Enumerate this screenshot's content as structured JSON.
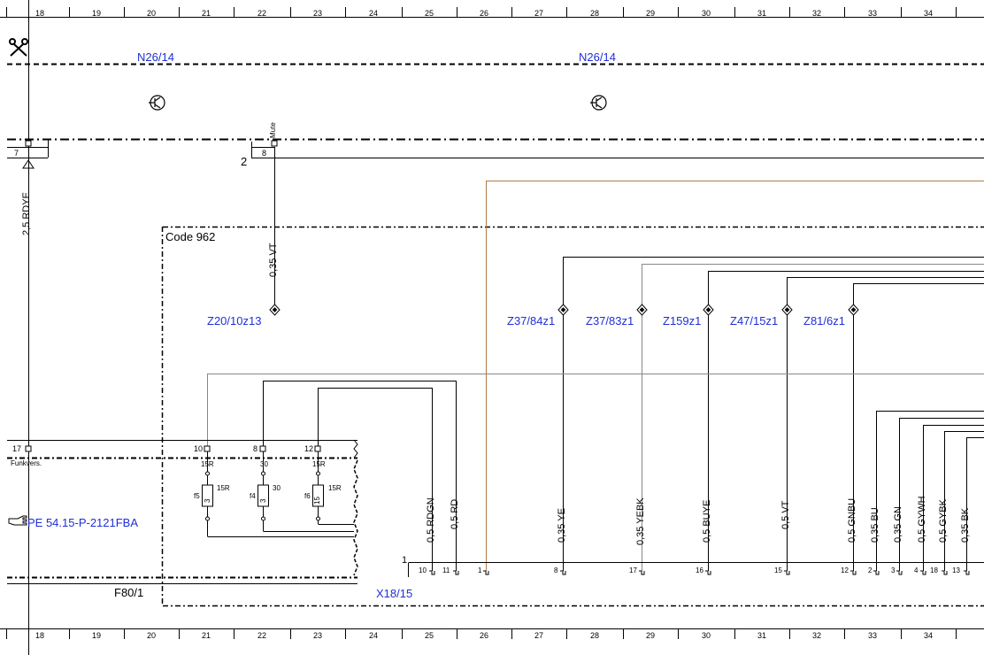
{
  "ruler": {
    "columns": [
      "18",
      "19",
      "20",
      "21",
      "22",
      "23",
      "24",
      "25",
      "26",
      "27",
      "28",
      "29",
      "30",
      "31",
      "32",
      "33",
      "34"
    ]
  },
  "components": {
    "n26_left": "N26/14",
    "n26_right": "N26/14",
    "code": "Code 962",
    "f80": "F80/1",
    "x18": "X18/15",
    "pe_ref": "PE 54.15-P-2121FBA",
    "funkvers": "Funkvers.",
    "mute": "Mute"
  },
  "connectors": {
    "z20": "Z20/10z13",
    "z37_84": "Z37/84z1",
    "z37_83": "Z37/83z1",
    "z159": "Z159z1",
    "z47": "Z47/15z1",
    "z81": "Z81/6z1"
  },
  "pins": {
    "p7": "7",
    "p8_top": "8",
    "p2_top": "2",
    "p17": "17",
    "p10": "10",
    "p8": "8",
    "p12": "12",
    "x1": "1"
  },
  "fuses": [
    {
      "name": "f5",
      "rating": "3",
      "term": "15R",
      "top": "15R"
    },
    {
      "name": "f4",
      "rating": "3",
      "term": "30",
      "top": "30"
    },
    {
      "name": "f6",
      "rating": "15",
      "term": "15R",
      "top": "15R"
    }
  ],
  "wires": {
    "w_rdye": "2,5 RDYE",
    "w_vt_top": "0,35 VT",
    "w_rdgn": "0,5 RDGN",
    "w_rd": "0,5 RD",
    "w_ye": "0,35 YE",
    "w_yebk": "0,35 YEBK",
    "w_buye": "0,5 BUYE",
    "w_vt": "0,5 VT",
    "w_gnbu": "0,5 GNBU",
    "w_bu": "0,35 BU",
    "w_gn": "0,35 GN",
    "w_gywh": "0,5 GYWH",
    "w_gybk": "0,5 GYBK",
    "w_bk": "0,35 BK"
  },
  "x18_pins": [
    "10",
    "11",
    "1",
    "8",
    "17",
    "16",
    "15",
    "12",
    "2",
    "3",
    "4",
    "18",
    "13"
  ],
  "colors": {
    "ref_blue": "#1f2fd6",
    "brown_wire": "#b07a4a",
    "grey_wire": "#888888"
  }
}
